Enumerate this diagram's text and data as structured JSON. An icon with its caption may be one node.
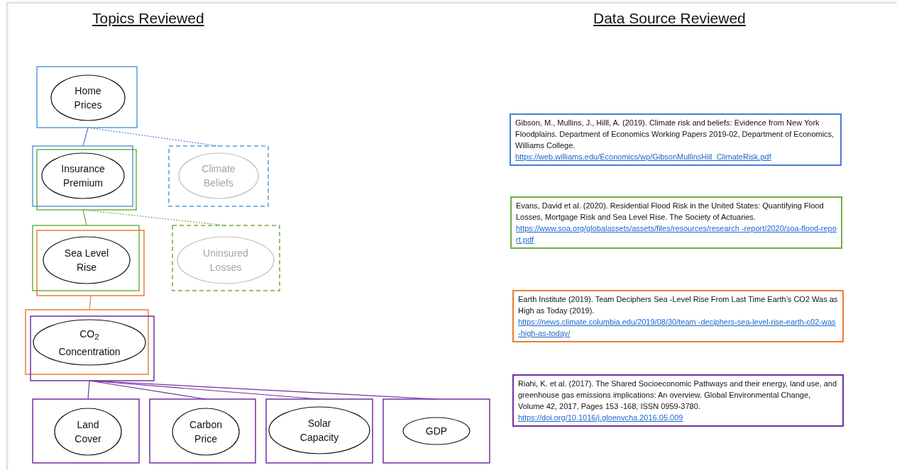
{
  "diagram": {
    "nodes": [
      {
        "text": [
          "Home Prices"
        ]
      },
      {
        "text": [
          "Insurance Premium"
        ]
      },
      {
        "text": [
          "Climate Beliefs"
        ]
      },
      {
        "text": [
          "Sea Level Rise"
        ]
      },
      {
        "text": [
          "Uninsured Losses"
        ]
      },
      {
        "text": [
          "CO$_{2}$ Concentration"
        ]
      },
      {
        "text": [
          "Land Cover"
        ]
      },
      {
        "text": [
          "Carbon Price"
        ]
      },
      {
        "text": [
          "Solar Capacity"
        ]
      },
      {
        "text": [
          "GDP"
        ]
      },
      {
        "text": [
          "Gibson, M., Mullins, J.,  Hilll, A. (2019). Climate risk and beliefs: Evidence from New York Floodplains. Department of Economics Working Papers 2019-02, Department of Economics, Williams College.",
          "https://web.williams.edu/Economics/wp/GibsonMullinsHill_ClimateRisk.pdf"
        ]
      },
      {
        "text": [
          "Evans, David et al. (2020). Residential Flood Risk in the United States: Quantifying Flood Losses, Mortgage Risk and Sea Level Rise. The Society of Actuaries.",
          "https://www.soa.org/globalassets/assets/files/resources/research -report/2020/soa-flood-report.pdf"
        ]
      },
      {
        "text": [
          "Earth Institute (2019). Team Deciphers Sea -Level Rise From Last Time Earth’s CO2 Was as High as Today (2019).",
          "https://news.climate.columbia.edu/2019/08/30/team -deciphers-sea-level-rise-earth-c02-was-high-as-today/"
        ]
      },
      {
        "text": [
          "Riahi, K. et al. (2017). The Shared Socioeconomic Pathways and their energy, land use, and greenhouse gas emissions implications: An overview. Global Environmental Change, Volume 42, 2017, Pages 153 -168, ISSN 0959-3780.",
          "https://doi.org/10.1016/j.gloenvcha.2016.05.009"
        ]
      }
    ],
    "edges": [
      {
        "from": 0,
        "to": 1,
        "arrow": "none",
        "color": "#4a7fd0"
      },
      {
        "from": 0,
        "to": 2,
        "arrow": "none",
        "style": "dashed",
        "color": "#4a7fd0"
      },
      {
        "from": 1,
        "to": 3,
        "arrow": "none",
        "color": "#70ad47"
      },
      {
        "from": 1,
        "to": 4,
        "arrow": "none",
        "style": "dashed",
        "color": "#70ad47"
      },
      {
        "from": 3,
        "to": 5,
        "arrow": "none",
        "color": "#ed7d31"
      },
      {
        "from": 5,
        "to": 6,
        "arrow": "none"
      },
      {
        "from": 5,
        "to": 7,
        "arrow": "none"
      },
      {
        "from": 5,
        "to": 8,
        "arrow": "none"
      },
      {
        "from": 5,
        "to": 9,
        "arrow": "none"
      }
    ],
    "labels": [
      "Topics Reviewed",
      "Data Source Reviewed"
    ]
  }
}
